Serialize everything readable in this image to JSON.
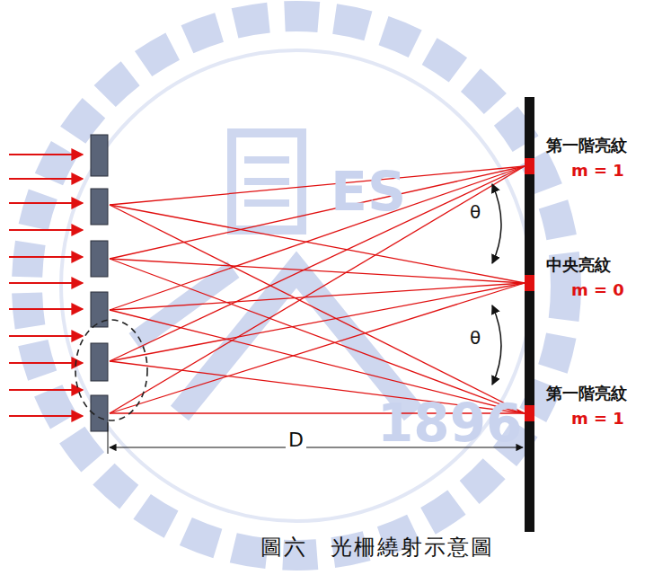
{
  "diagram": {
    "caption": "圖六　光柵繞射示意圖",
    "labels": [
      "第一階亮紋",
      "m = 1",
      "θ",
      "中央亮紋",
      "m = 0",
      "θ",
      "第一階亮紋",
      "m = 1",
      "D",
      "ES",
      "1896"
    ]
  }
}
